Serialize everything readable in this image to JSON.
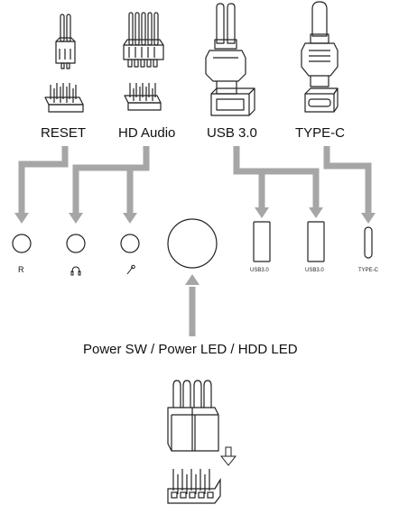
{
  "connectors": [
    {
      "label": "RESET",
      "icon": "reset-connector-icon"
    },
    {
      "label": "HD Audio",
      "icon": "hd-audio-connector-icon"
    },
    {
      "label": "USB 3.0",
      "icon": "usb3-connector-icon"
    },
    {
      "label": "TYPE-C",
      "icon": "type-c-connector-icon"
    }
  ],
  "ports": [
    {
      "label": "R",
      "icon": "reset-button-icon"
    },
    {
      "label": "",
      "icon": "headphone-jack-icon"
    },
    {
      "label": "",
      "icon": "microphone-jack-icon"
    },
    {
      "label": "",
      "icon": "power-button-icon"
    },
    {
      "label": "USB3.0",
      "icon": "usb3-port-icon"
    },
    {
      "label": "USB3.0",
      "icon": "usb3-port-icon"
    },
    {
      "label": "TYPE-C",
      "icon": "type-c-port-icon"
    }
  ],
  "power_header_label": "Power SW / Power LED / HDD LED",
  "colors": {
    "arrow": "#a6a6a6",
    "line": "#222222"
  }
}
